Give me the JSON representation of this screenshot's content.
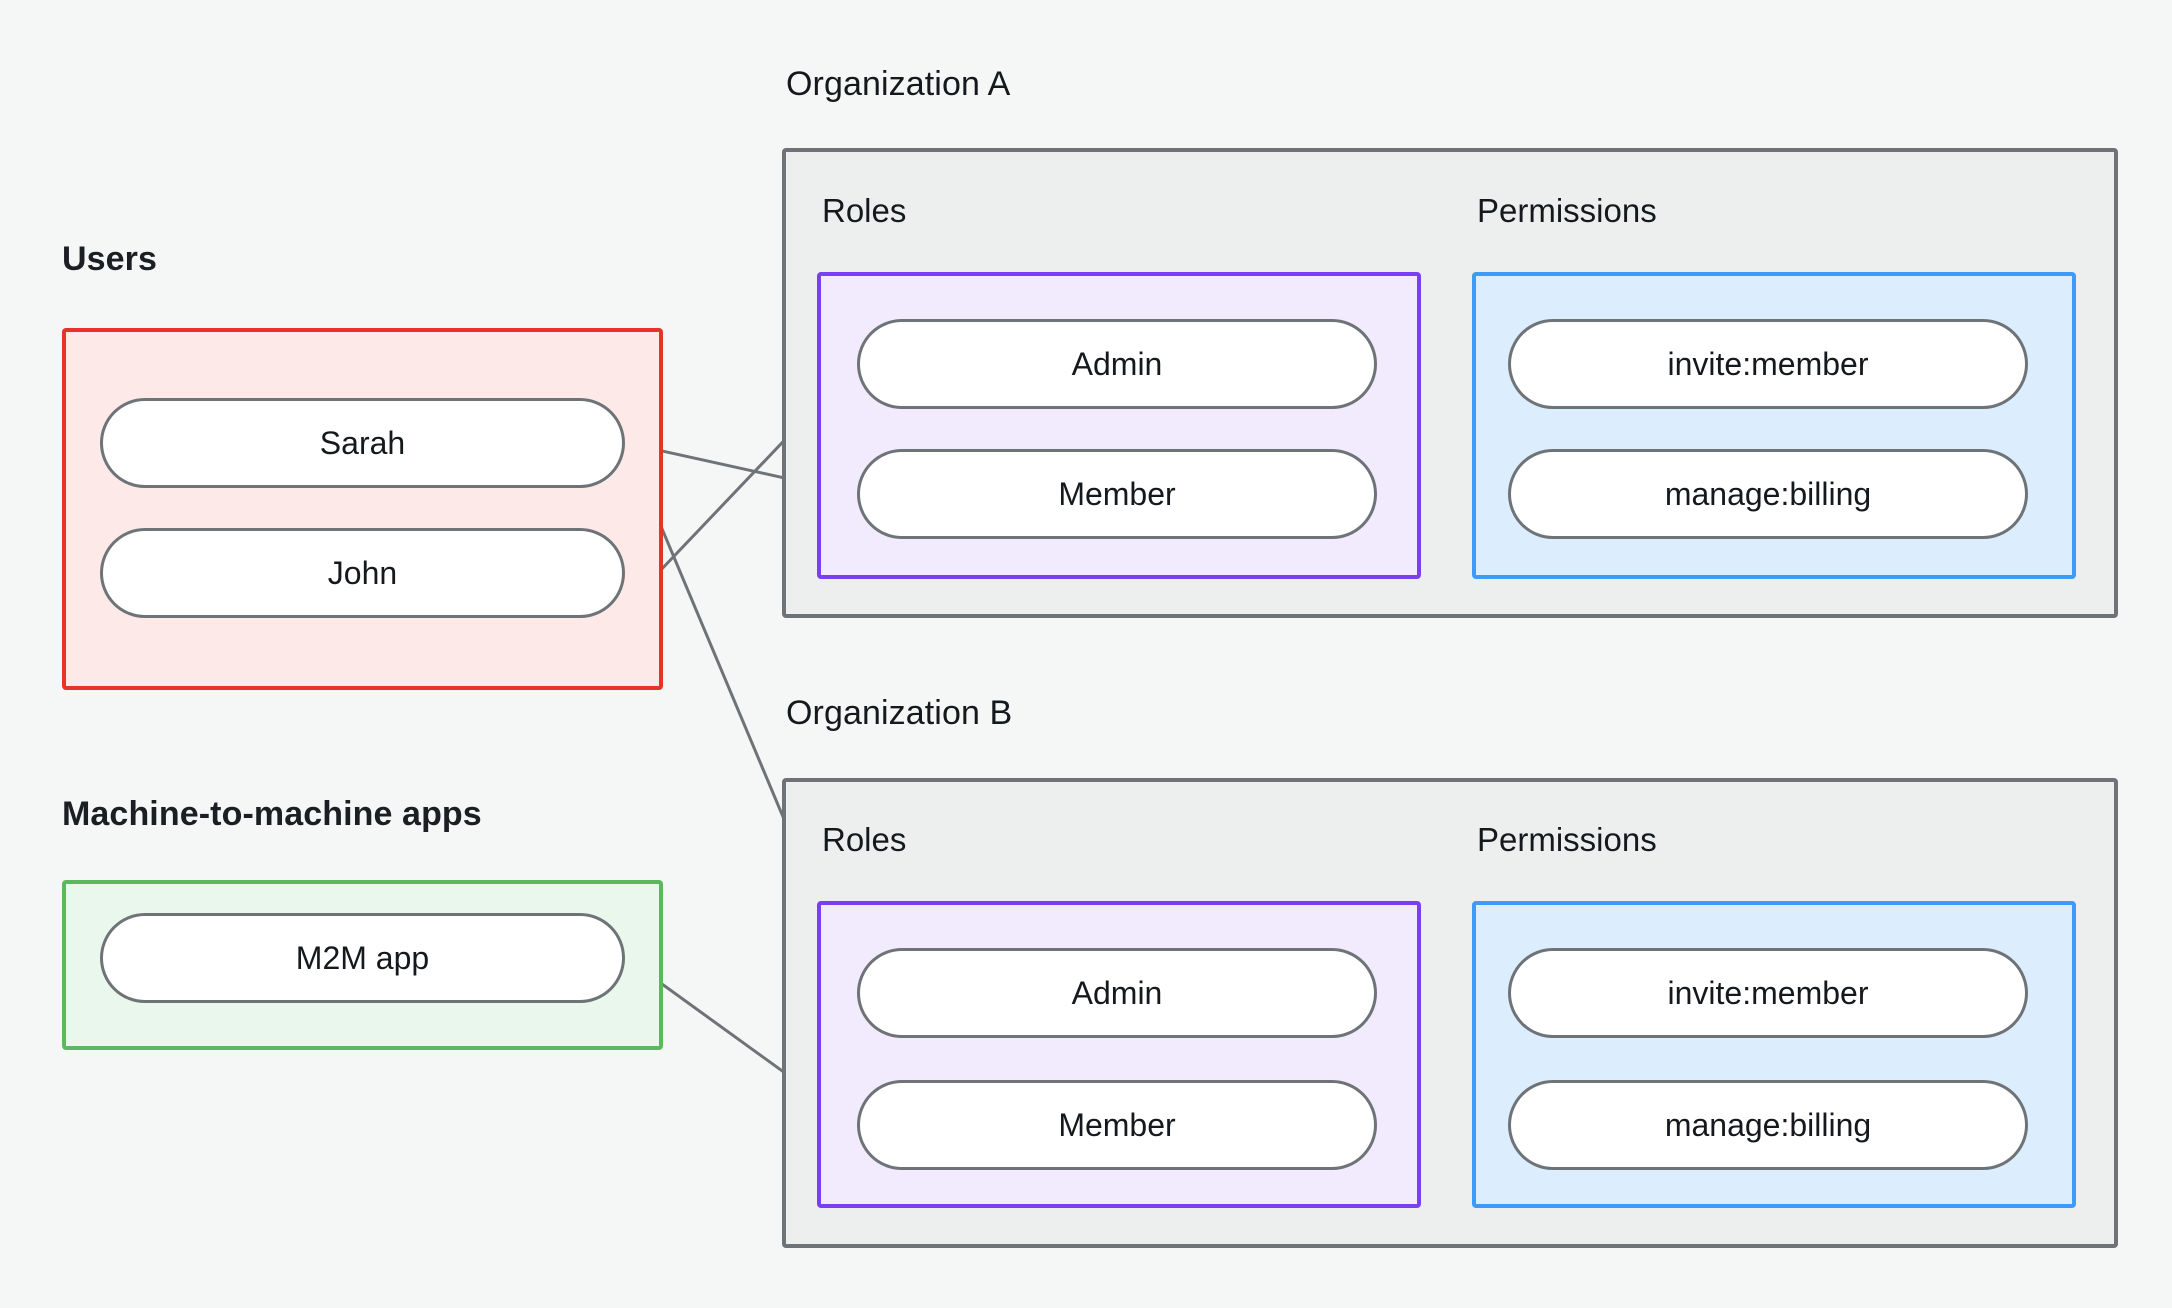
{
  "diagram": {
    "title_users": "Users",
    "title_m2m": "Machine-to-machine apps",
    "title_org_a": "Organization A",
    "title_org_b": "Organization B",
    "label_roles": "Roles",
    "label_permissions": "Permissions",
    "colors": {
      "background": "#f5f7f7",
      "users_border": "#e8332a",
      "users_fill": "#fdeae8",
      "m2m_border": "#5cb85f",
      "m2m_fill": "#e9f7ec",
      "org_border": "#6e7377",
      "org_fill": "#edefee",
      "roles_border": "#7b3ff2",
      "roles_fill": "#f2eafd",
      "perms_border": "#3e9bfb",
      "perms_fill": "#dcedfe",
      "node_border": "#6e7377",
      "node_fill": "#ffffff",
      "edge": "#6e7377",
      "text": "#15191d"
    },
    "users": [
      {
        "id": "sarah",
        "label": "Sarah"
      },
      {
        "id": "john",
        "label": "John"
      }
    ],
    "m2m_apps": [
      {
        "id": "m2m-app",
        "label": "M2M app"
      }
    ],
    "organizations": [
      {
        "id": "org-a",
        "name": "Organization A",
        "roles_label": "Roles",
        "permissions_label": "Permissions",
        "roles": [
          {
            "id": "org-a-admin",
            "label": "Admin"
          },
          {
            "id": "org-a-member",
            "label": "Member"
          }
        ],
        "permissions": [
          {
            "id": "org-a-invite-member",
            "label": "invite:member"
          },
          {
            "id": "org-a-manage-billing",
            "label": "manage:billing"
          }
        ]
      },
      {
        "id": "org-b",
        "name": "Organization B",
        "roles_label": "Roles",
        "permissions_label": "Permissions",
        "roles": [
          {
            "id": "org-b-admin",
            "label": "Admin"
          },
          {
            "id": "org-b-member",
            "label": "Member"
          }
        ],
        "permissions": [
          {
            "id": "org-b-invite-member",
            "label": "invite:member"
          },
          {
            "id": "org-b-manage-billing",
            "label": "manage:billing"
          }
        ]
      }
    ],
    "edges": [
      {
        "from": "john",
        "to": "org-a-admin"
      },
      {
        "from": "sarah",
        "to": "org-a-member"
      },
      {
        "from": "sarah",
        "to": "org-b-admin"
      },
      {
        "from": "m2m-app",
        "to": "org-b-member"
      },
      {
        "from": "org-a-admin",
        "to": "org-a-invite-member"
      },
      {
        "from": "org-a-admin",
        "to": "org-a-manage-billing"
      },
      {
        "from": "org-a-member",
        "to": "org-a-manage-billing"
      },
      {
        "from": "org-b-admin",
        "to": "org-b-invite-member"
      },
      {
        "from": "org-b-admin",
        "to": "org-b-manage-billing"
      },
      {
        "from": "org-b-member",
        "to": "org-b-manage-billing"
      }
    ]
  }
}
